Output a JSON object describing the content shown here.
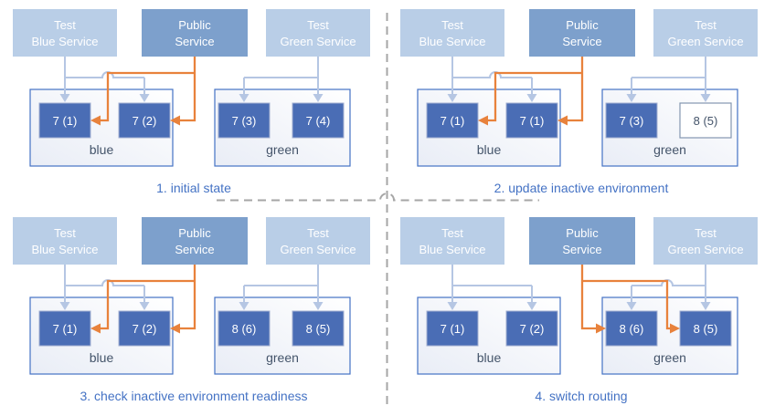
{
  "diagram": {
    "services": {
      "test_blue": {
        "line1": "Test",
        "line2": "Blue Service"
      },
      "public": {
        "line1": "Public",
        "line2": "Service"
      },
      "test_green": {
        "line1": "Test",
        "line2": "Green Service"
      }
    },
    "env_labels": {
      "blue": "blue",
      "green": "green"
    },
    "panels": [
      {
        "title": "1. initial state",
        "blue_nodes": [
          "7 (1)",
          "7 (2)"
        ],
        "green_nodes": [
          "7 (3)",
          "7 (4)"
        ],
        "public_routes_to": "blue"
      },
      {
        "title": "2. update inactive environment",
        "blue_nodes": [
          "7 (1)",
          "7 (1)"
        ],
        "green_nodes": [
          "7 (3)",
          "8 (5)"
        ],
        "public_routes_to": "blue"
      },
      {
        "title": "3. check inactive environment readiness",
        "blue_nodes": [
          "7 (1)",
          "7 (2)"
        ],
        "green_nodes": [
          "8 (6)",
          "8 (5)"
        ],
        "public_routes_to": "blue"
      },
      {
        "title": "4. switch routing",
        "blue_nodes": [
          "7 (1)",
          "7 (2)"
        ],
        "green_nodes": [
          "8 (6)",
          "8 (5)"
        ],
        "public_routes_to": "green"
      }
    ],
    "colors": {
      "service_light": "#b9cee7",
      "service_dark": "#7da0cc",
      "service_text": "#ffffff",
      "node_fill": "#4a6db5",
      "node_text": "#ffffff",
      "inactive_node_fill": "#ffffff",
      "inactive_node_border": "#8496b0",
      "inactive_node_text": "#44546a",
      "env_border": "#4472c4",
      "env_label_text": "#44546a",
      "test_route_arrow": "#b5c6e3",
      "public_route_arrow": "#e8823c",
      "divider": "#a6a6a6",
      "title_text": "#4472c4"
    }
  }
}
